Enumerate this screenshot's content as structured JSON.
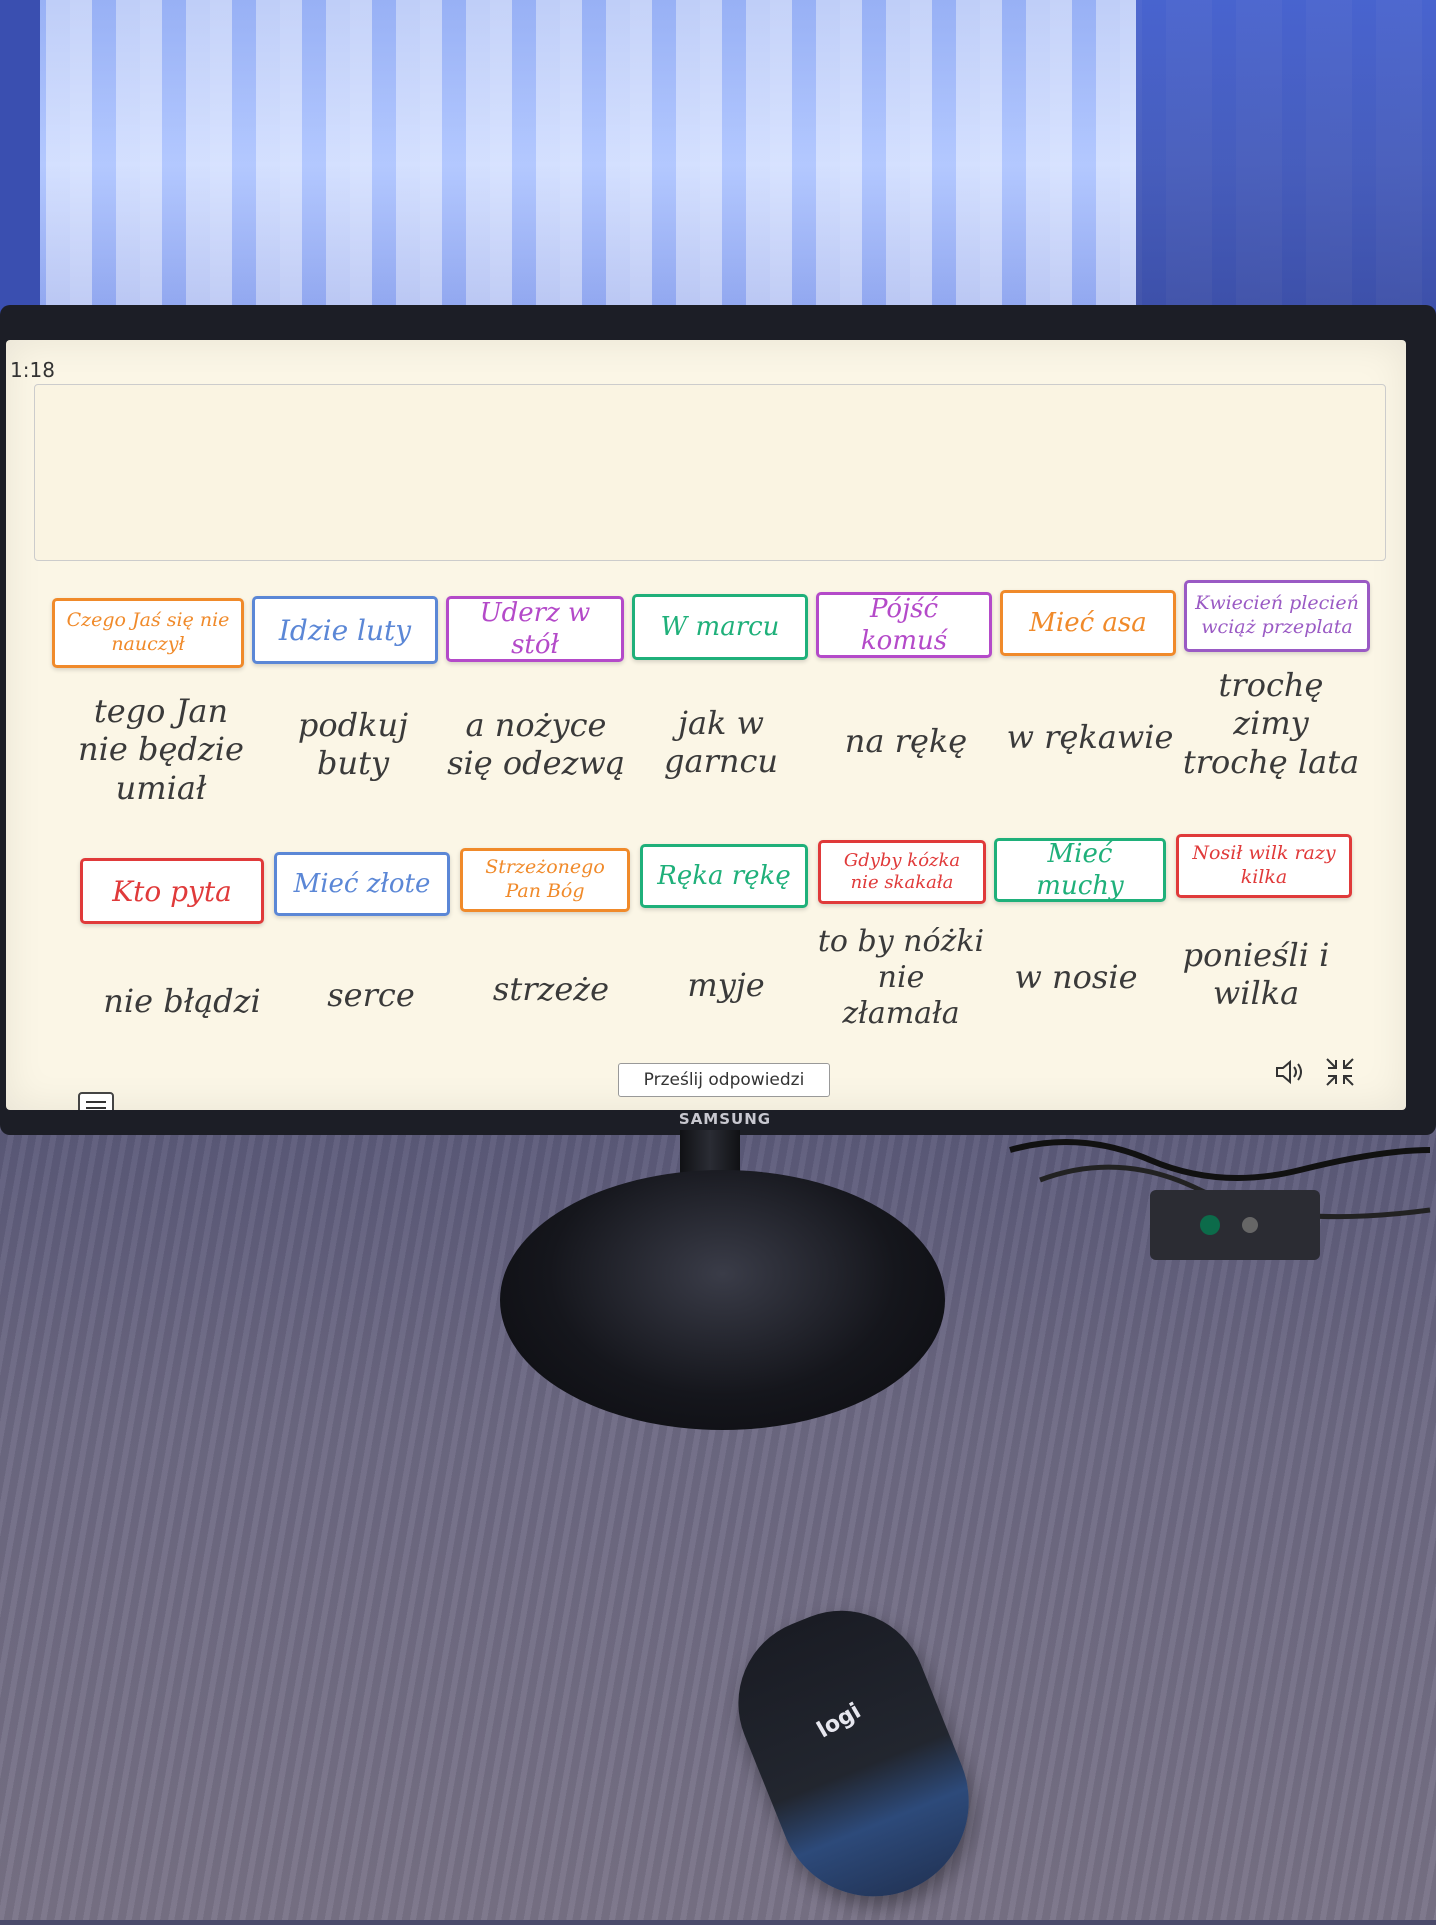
{
  "timer": "1:18",
  "cards_row1": [
    {
      "text": "Czego Jaś się nie nauczył",
      "color": "#f08a2a"
    },
    {
      "text": "Idzie luty",
      "color": "#5b87d6"
    },
    {
      "text": "Uderz w stół",
      "color": "#b44ac9"
    },
    {
      "text": "W marcu",
      "color": "#1fb07a"
    },
    {
      "text": "Pójść komuś",
      "color": "#b44ac9"
    },
    {
      "text": "Mieć asa",
      "color": "#f08a2a"
    },
    {
      "text": "Kwiecień plecień wciąż przeplata",
      "color": "#9a5ac4"
    }
  ],
  "answers_row1": [
    "tego Jan nie będzie umiał",
    "podkuj buty",
    "a nożyce się odezwą",
    "jak w garncu",
    "na rękę",
    "w rękawie",
    "trochę zimy trochę lata"
  ],
  "cards_row2": [
    {
      "text": "Kto pyta",
      "color": "#e03a3a"
    },
    {
      "text": "Mieć złote",
      "color": "#5b87d6"
    },
    {
      "text": "Strzeżonego Pan Bóg",
      "color": "#f08a2a"
    },
    {
      "text": "Ręka rękę",
      "color": "#1fb07a"
    },
    {
      "text": "Gdyby kózka nie skakała",
      "color": "#e03a3a"
    },
    {
      "text": "Mieć muchy",
      "color": "#1fb07a"
    },
    {
      "text": "Nosił wilk razy kilka",
      "color": "#e03a3a"
    }
  ],
  "answers_row2": [
    "nie błądzi",
    "serce",
    "strzeże",
    "myje",
    "to by nóżki nie złamała",
    "w nosie",
    "ponieśli i wilka"
  ],
  "submit_label": "Prześlij odpowiedzi",
  "brand": "SAMSUNG",
  "mouse_logo": "logi",
  "icons": {
    "menu": "menu-icon",
    "sound": "speaker-icon",
    "fullscreen": "exit-fullscreen-icon"
  }
}
